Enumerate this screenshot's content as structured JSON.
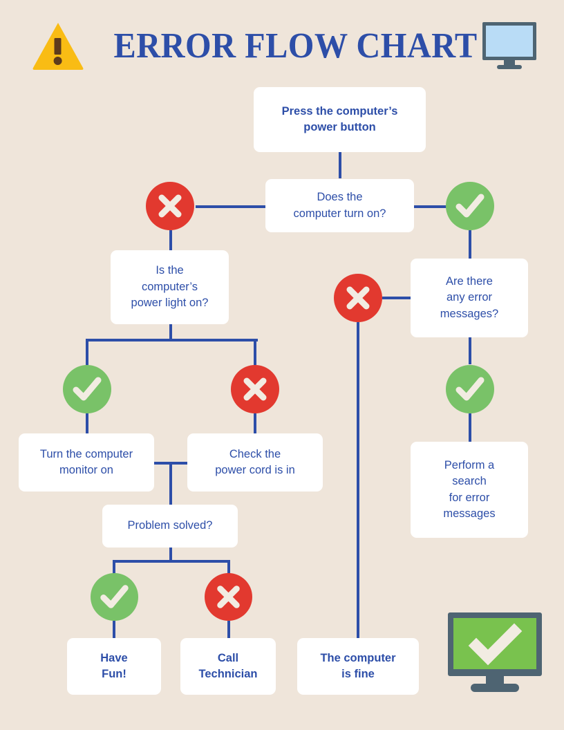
{
  "header": {
    "title": "ERROR FLOW CHART",
    "warning_icon": "warning-triangle-icon",
    "monitor_icon": "computer-monitor-icon"
  },
  "theme": {
    "background": "#efe5da",
    "blue": "#2d4ea8",
    "white": "#ffffff",
    "red": "#e2392f",
    "green": "#79c268",
    "amber": "#f9bc14",
    "slate": "#4e6472",
    "screen_blue": "#b9dcf6",
    "screen_green": "#79c24e",
    "cream": "#f2ece2"
  },
  "chart_data": {
    "type": "diagram",
    "title": "ERROR FLOW CHART",
    "nodes": [
      {
        "id": "n1",
        "label": "Press the computer’s\npower button",
        "bold": true
      },
      {
        "id": "n2",
        "label": "Does the\ncomputer turn on?",
        "bold": false
      },
      {
        "id": "n3",
        "label": "Is the\ncomputer’s\npower light on?",
        "bold": false
      },
      {
        "id": "n4",
        "label": "Are there\nany error\nmessages?",
        "bold": false
      },
      {
        "id": "n5",
        "label": "Turn the computer\nmonitor on",
        "bold": false
      },
      {
        "id": "n6",
        "label": "Check the\npower cord is in",
        "bold": false
      },
      {
        "id": "n7",
        "label": "Perform a\nsearch\nfor error\nmessages",
        "bold": false
      },
      {
        "id": "n8",
        "label": "Problem solved?",
        "bold": false
      },
      {
        "id": "n9",
        "label": "Have\nFun!",
        "bold": true
      },
      {
        "id": "n10",
        "label": "Call\nTechnician",
        "bold": true
      },
      {
        "id": "n11",
        "label": "The computer\nis fine",
        "bold": true
      }
    ],
    "markers": [
      {
        "id": "m1",
        "kind": "cross",
        "from": "n2",
        "to": "n3"
      },
      {
        "id": "m2",
        "kind": "tick",
        "from": "n2",
        "to": "n4"
      },
      {
        "id": "m3",
        "kind": "tick",
        "from": "n3",
        "to": "n5"
      },
      {
        "id": "m4",
        "kind": "cross",
        "from": "n3",
        "to": "n6"
      },
      {
        "id": "m5",
        "kind": "cross",
        "from": "n4",
        "to": "n11"
      },
      {
        "id": "m6",
        "kind": "tick",
        "from": "n4",
        "to": "n7"
      },
      {
        "id": "m7",
        "kind": "tick",
        "from": "n8",
        "to": "n9"
      },
      {
        "id": "m8",
        "kind": "cross",
        "from": "n8",
        "to": "n10"
      }
    ],
    "edges": [
      {
        "from": "n1",
        "to": "n2"
      },
      {
        "from": "n2",
        "to": "m1"
      },
      {
        "from": "m1",
        "to": "n3"
      },
      {
        "from": "n2",
        "to": "m2"
      },
      {
        "from": "m2",
        "to": "n4"
      },
      {
        "from": "n3",
        "to": "m3"
      },
      {
        "from": "m3",
        "to": "n5"
      },
      {
        "from": "n3",
        "to": "m4"
      },
      {
        "from": "m4",
        "to": "n6"
      },
      {
        "from": "n5",
        "to": "n8"
      },
      {
        "from": "n6",
        "to": "n8"
      },
      {
        "from": "n8",
        "to": "m7"
      },
      {
        "from": "m7",
        "to": "n9"
      },
      {
        "from": "n8",
        "to": "m8"
      },
      {
        "from": "m8",
        "to": "n10"
      },
      {
        "from": "n4",
        "to": "m5"
      },
      {
        "from": "m5",
        "to": "n11"
      },
      {
        "from": "n4",
        "to": "m6"
      },
      {
        "from": "m6",
        "to": "n7"
      }
    ]
  },
  "decorations": {
    "bottom_monitor_icon": "monitor-success-icon"
  }
}
